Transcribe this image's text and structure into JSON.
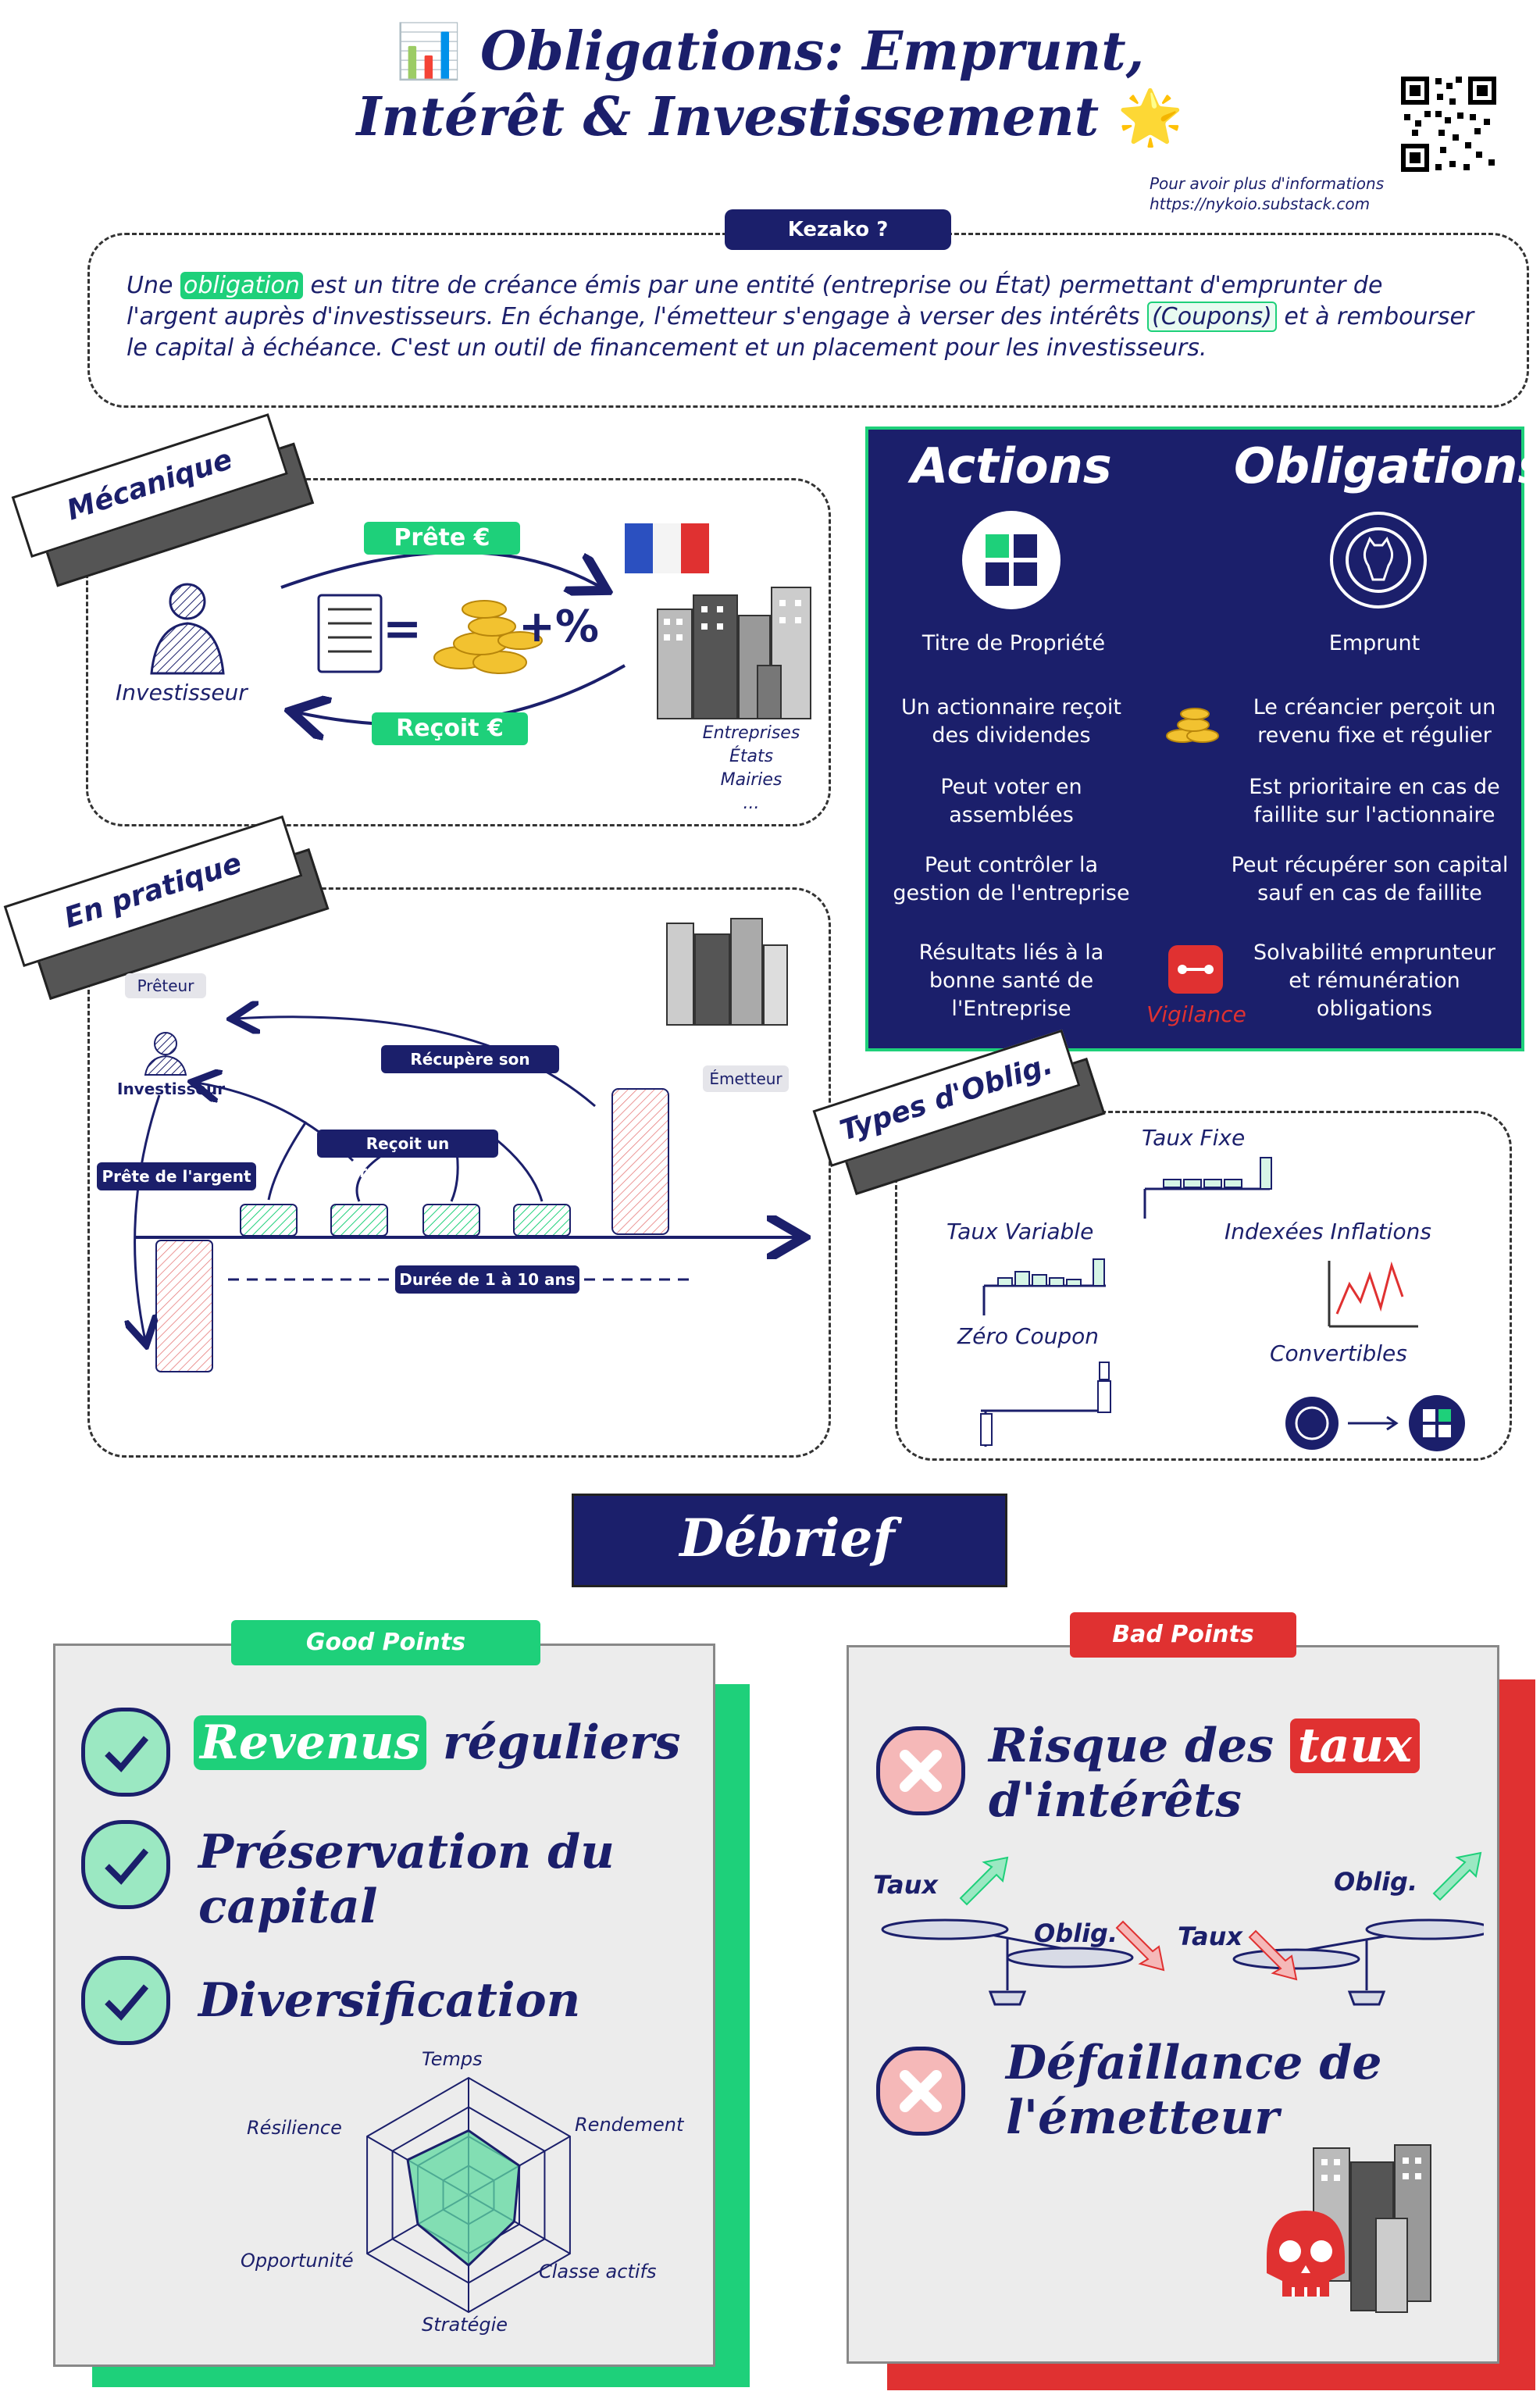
{
  "header": {
    "title_line1": "Obligations: Emprunt,",
    "title_line2": "Intérêt & Investissement",
    "chart_icon": "bar-chart-emoji",
    "star_icon": "glowing-star-emoji",
    "info_line1": "Pour avoir plus d'informations",
    "info_line2": "https://nykoio.substack.com"
  },
  "kezako": {
    "label": "Kezako ?",
    "text_before": "Une ",
    "highlight1": "obligation",
    "text_mid": " est un titre de créance émis par une entité (entreprise ou État) permettant d'emprunter de l'argent auprès d'investisseurs. En échange, l'émetteur s'engage à verser des intérêts ",
    "highlight2": "(Coupons)",
    "text_after": " et à rembourser le  capital à échéance. C'est un outil de financement et un placement pour les investisseurs."
  },
  "mecanique": {
    "label": "Mécanique",
    "prete": "Prête €",
    "recoit": "Reçoit €",
    "investisseur": "Investisseur",
    "equals": "=",
    "plus_percent": "+%",
    "emitters": [
      "Entreprises",
      "États",
      "Mairies",
      "..."
    ]
  },
  "comparison": {
    "actions_title": "Actions",
    "obligations_title": "Obligations",
    "rows": [
      {
        "left": "Titre de Propriété",
        "right": "Emprunt"
      },
      {
        "left": "Un actionnaire reçoit des dividendes",
        "right": "Le créancier perçoit un revenu fixe et régulier"
      },
      {
        "left": "Peut voter en assemblées",
        "right": "Est prioritaire en cas de faillite sur l'actionnaire"
      },
      {
        "left": "Peut contrôler la gestion de l'entreprise",
        "right": "Peut récupérer son capital sauf en cas de faillite"
      },
      {
        "left": "Résultats liés à la bonne santé de l'Entreprise",
        "right": "Solvabilité emprunteur et rémunération obligations"
      }
    ],
    "vigilance": "Vigilance"
  },
  "pratique": {
    "label": "En pratique",
    "preteur": "Prêteur",
    "investisseur": "Investisseur",
    "emetteur": "Émetteur",
    "recupere": "Récupère son argent",
    "rendement": "Reçoit un rendement",
    "prete": "Prête de l'argent",
    "duree": "Durée de 1 à 10 ans"
  },
  "types": {
    "label": "Types d'Oblig.",
    "items": [
      "Taux Fixe",
      "Taux Variable",
      "Indexées Inflations",
      "Zéro Coupon",
      "Convertibles"
    ]
  },
  "debrief": {
    "title": "Débrief"
  },
  "good": {
    "label": "Good Points",
    "item1_highlight": "Revenus",
    "item1_rest": " réguliers",
    "item2": "Préservation du capital",
    "item3": "Diversification"
  },
  "radar": {
    "axes": [
      "Temps",
      "Rendement",
      "Classe actifs",
      "Stratégie",
      "Opportunité",
      "Résilience"
    ],
    "values": [
      0.55,
      0.5,
      0.45,
      0.6,
      0.5,
      0.6
    ]
  },
  "bad": {
    "label": "Bad Points",
    "item1_text": "Risque des ",
    "item1_highlight": "taux",
    "item1_line2": "d'intérêts",
    "balance_left_up": "Taux",
    "balance_left_down": "Oblig.",
    "balance_right_down": "Taux",
    "balance_right_up": "Oblig.",
    "item2": "Défaillance de l'émetteur"
  },
  "colors": {
    "navy": "#1b1f6b",
    "green": "#1ed07a",
    "red": "#e03131",
    "gray": "#ececec"
  }
}
